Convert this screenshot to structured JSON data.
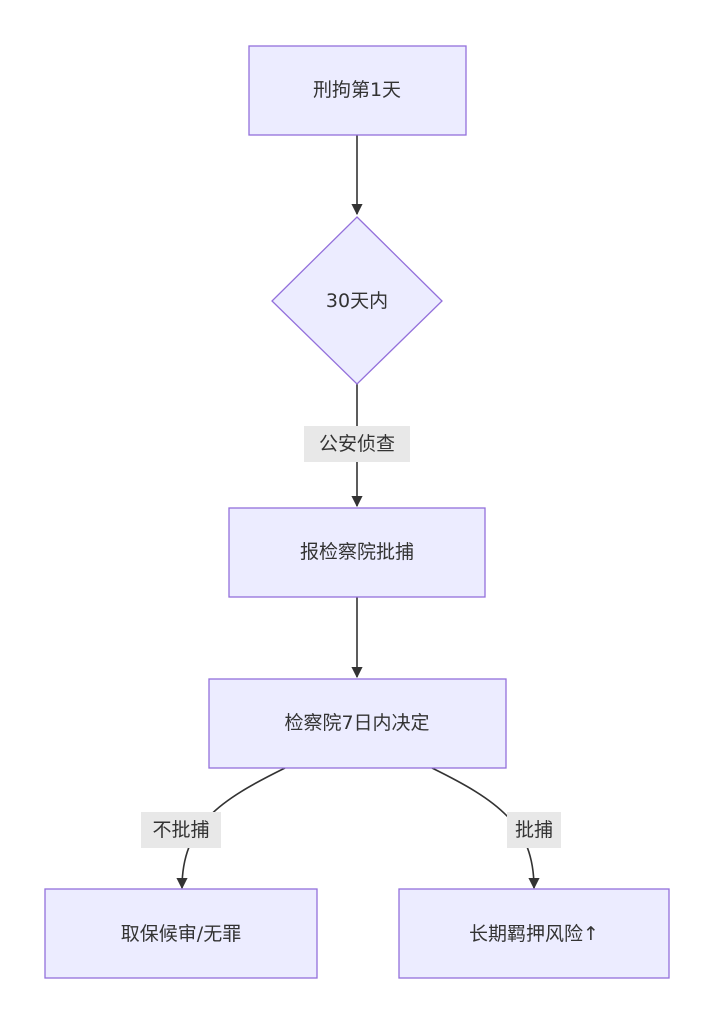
{
  "colors": {
    "node_fill": "#ececff",
    "node_stroke": "#9370db",
    "edge": "#333333",
    "label_bg": "#e8e8e8",
    "text": "#333333"
  },
  "nodes": {
    "start": "刑拘第1天",
    "decision": "30天内",
    "report": "报检察院批捕",
    "decide": "检察院7日内决定",
    "bail": "取保候审/无罪",
    "detain": "长期羁押风险↑"
  },
  "edges": {
    "investigation": "公安侦查",
    "not_approved": "不批捕",
    "approved": "批捕"
  }
}
